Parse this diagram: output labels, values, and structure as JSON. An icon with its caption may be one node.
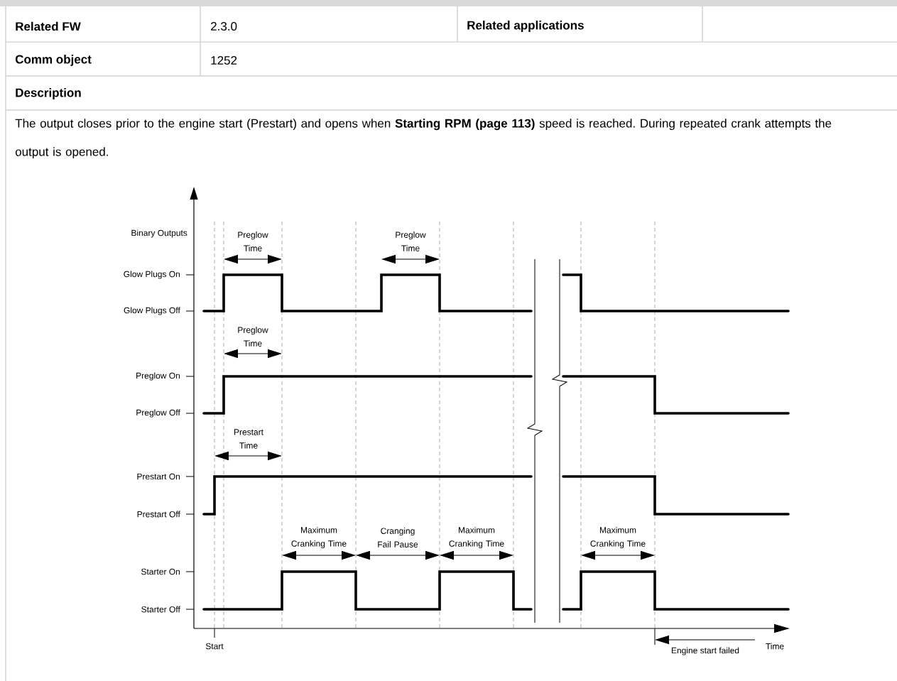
{
  "diagram": {
    "labels": [
      "Related FW",
      "2.3.0",
      "Related applications",
      "Comm object",
      "1252",
      "Description",
      "The output closes prior to the engine start (Prestart) and opens when **Starting RPM (page 113)** speed is reached. During repeated crank attempts the output is opened.",
      "Binary Outputs",
      "Glow Plugs On",
      "Glow Plugs Off",
      "Preglow On",
      "Preglow Off",
      "Prestart On",
      "Prestart Off",
      "Starter On",
      "Starter Off",
      "Preglow Time",
      "Preglow Time",
      "Preglow Time",
      "Prestart Time",
      "Maximum Cranking Time",
      "Cranging Fail Pause",
      "Maximum Cranking Time",
      "Maximum Cranking Time",
      "Start",
      "Engine start failed",
      "Time"
    ]
  }
}
